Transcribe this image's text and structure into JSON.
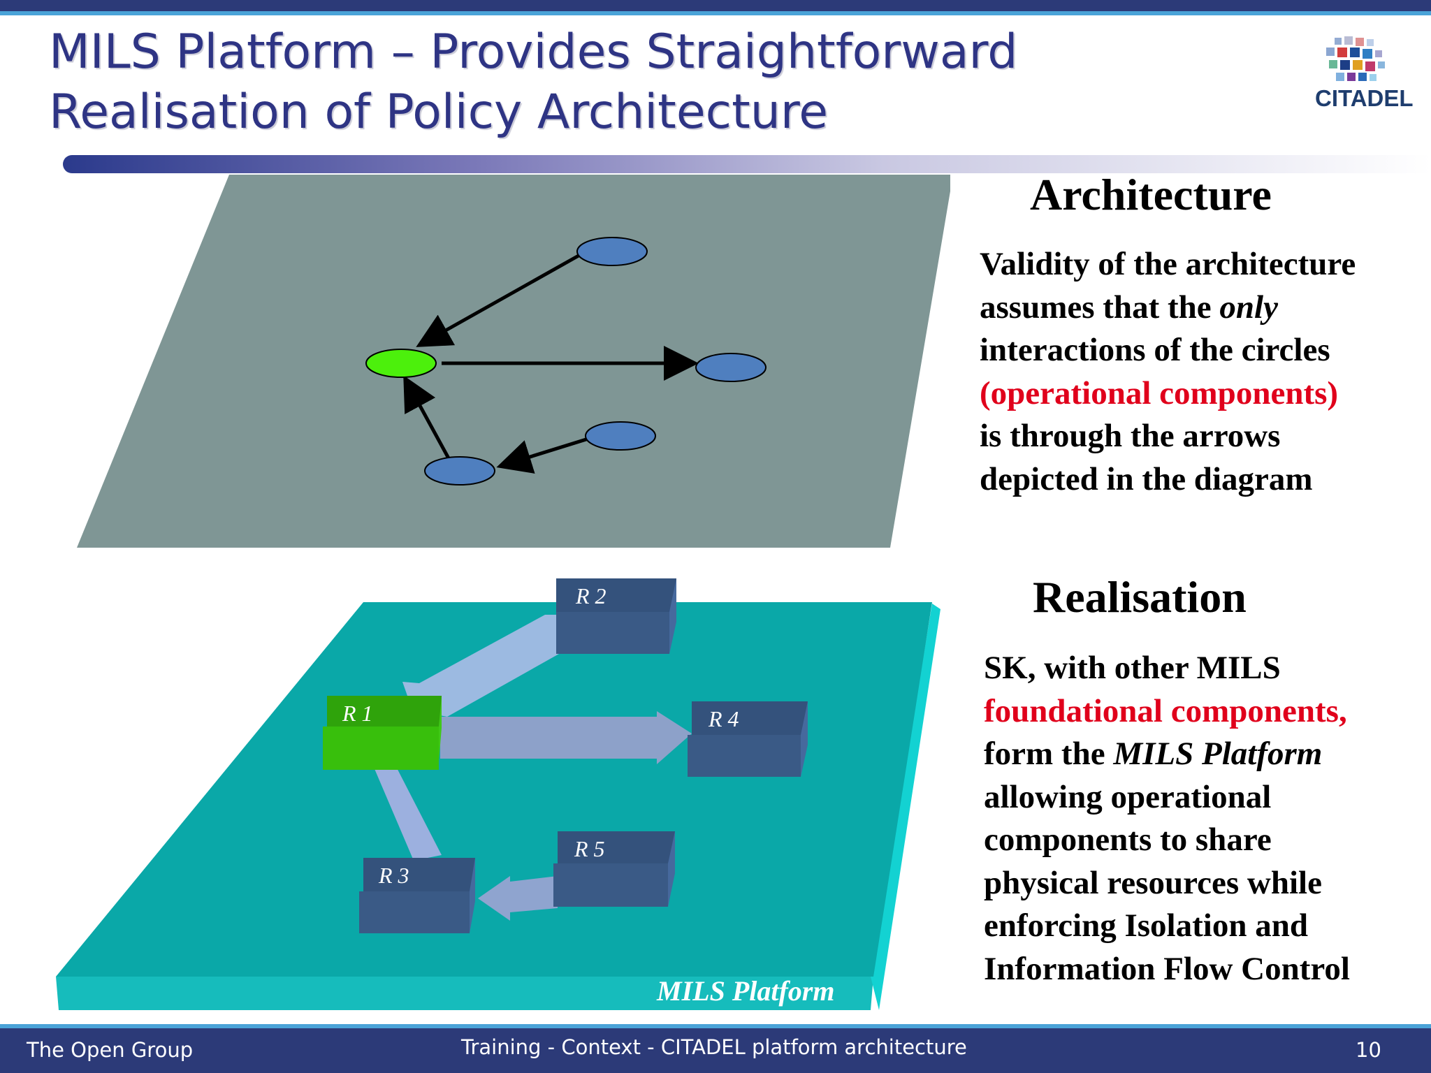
{
  "header": {
    "title_line1": "MILS Platform – Provides Straightforward",
    "title_line2": "Realisation of Policy Architecture",
    "logo_text": "CITADEL"
  },
  "architecture": {
    "heading": "Architecture",
    "lines": [
      "Validity of the architecture",
      "assumes that the ",
      "only",
      "interactions of the circles",
      "(operational components)",
      "is through the arrows",
      "depicted in the diagram"
    ]
  },
  "realisation": {
    "heading": "Realisation",
    "lines": [
      "SK, with other MILS",
      "foundational components,",
      "form the ",
      "MILS Platform",
      "allowing operational",
      "components to share",
      "physical resources while",
      "enforcing Isolation and",
      "Information Flow Control"
    ]
  },
  "diagram": {
    "platform_label": "MILS Platform",
    "boxes": [
      "R 1",
      "R 2",
      "R 3",
      "R 4",
      "R 5"
    ]
  },
  "footer": {
    "left": "The Open Group",
    "center": "Training - Context - CITADEL platform architecture",
    "page": "10"
  },
  "colors": {
    "title": "#2e3484",
    "accent_red": "#e0001b",
    "footer_bg": "#2c3a78",
    "slab_grey": "#7f9695",
    "slab_teal": "#0aa8a8",
    "node_blue": "#4f7fbf",
    "node_green": "#4cf00c",
    "box_blue": "#3a5a86",
    "box_green": "#2fb50b"
  }
}
